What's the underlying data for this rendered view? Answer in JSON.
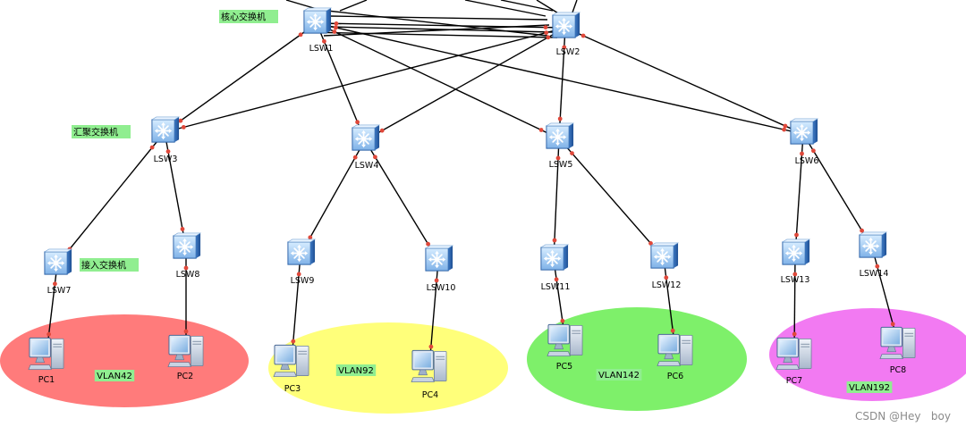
{
  "notes": {
    "core": "核心交换机",
    "aggregation": "汇聚交换机",
    "access": "接入交换机"
  },
  "switches": [
    {
      "id": "LSW1",
      "label": "LSW1"
    },
    {
      "id": "LSW2",
      "label": "LSW2"
    },
    {
      "id": "LSW3",
      "label": "LSW3"
    },
    {
      "id": "LSW4",
      "label": "LSW4"
    },
    {
      "id": "LSW5",
      "label": "LSW5"
    },
    {
      "id": "LSW6",
      "label": "LSW6"
    },
    {
      "id": "LSW7",
      "label": "LSW7"
    },
    {
      "id": "LSW8",
      "label": "LSW8"
    },
    {
      "id": "LSW9",
      "label": "LSW9"
    },
    {
      "id": "LSW10",
      "label": "LSW10"
    },
    {
      "id": "LSW11",
      "label": "LSW11"
    },
    {
      "id": "LSW12",
      "label": "LSW12"
    },
    {
      "id": "LSW13",
      "label": "LSW13"
    },
    {
      "id": "LSW14",
      "label": "LSW14"
    }
  ],
  "pcs": [
    {
      "id": "PC1",
      "label": "PC1"
    },
    {
      "id": "PC2",
      "label": "PC2"
    },
    {
      "id": "PC3",
      "label": "PC3"
    },
    {
      "id": "PC4",
      "label": "PC4"
    },
    {
      "id": "PC5",
      "label": "PC5"
    },
    {
      "id": "PC6",
      "label": "PC6"
    },
    {
      "id": "PC7",
      "label": "PC7"
    },
    {
      "id": "PC8",
      "label": "PC8"
    }
  ],
  "vlans": [
    {
      "name": "VLAN42",
      "color": "#ff7b7b"
    },
    {
      "name": "VLAN92",
      "color": "#ffff7a"
    },
    {
      "name": "VLAN142",
      "color": "#7ef06a"
    },
    {
      "name": "VLAN192",
      "color": "#f27af2"
    }
  ],
  "links": [
    [
      "LSW1",
      "LSW2"
    ],
    [
      "LSW1",
      "LSW3"
    ],
    [
      "LSW1",
      "LSW4"
    ],
    [
      "LSW1",
      "LSW5"
    ],
    [
      "LSW1",
      "LSW6"
    ],
    [
      "LSW2",
      "LSW3"
    ],
    [
      "LSW2",
      "LSW4"
    ],
    [
      "LSW2",
      "LSW5"
    ],
    [
      "LSW2",
      "LSW6"
    ],
    [
      "LSW3",
      "LSW7"
    ],
    [
      "LSW3",
      "LSW8"
    ],
    [
      "LSW4",
      "LSW9"
    ],
    [
      "LSW4",
      "LSW10"
    ],
    [
      "LSW5",
      "LSW11"
    ],
    [
      "LSW5",
      "LSW12"
    ],
    [
      "LSW6",
      "LSW13"
    ],
    [
      "LSW6",
      "LSW14"
    ],
    [
      "LSW7",
      "PC1"
    ],
    [
      "LSW8",
      "PC2"
    ],
    [
      "LSW9",
      "PC3"
    ],
    [
      "LSW10",
      "PC4"
    ],
    [
      "LSW11",
      "PC5"
    ],
    [
      "LSW12",
      "PC6"
    ],
    [
      "LSW13",
      "PC7"
    ],
    [
      "LSW14",
      "PC8"
    ]
  ],
  "colors": {
    "note_bg": "#90ee90",
    "port": "#e0483a",
    "link": "#000000"
  },
  "watermark": "CSDN @Hey   boy"
}
